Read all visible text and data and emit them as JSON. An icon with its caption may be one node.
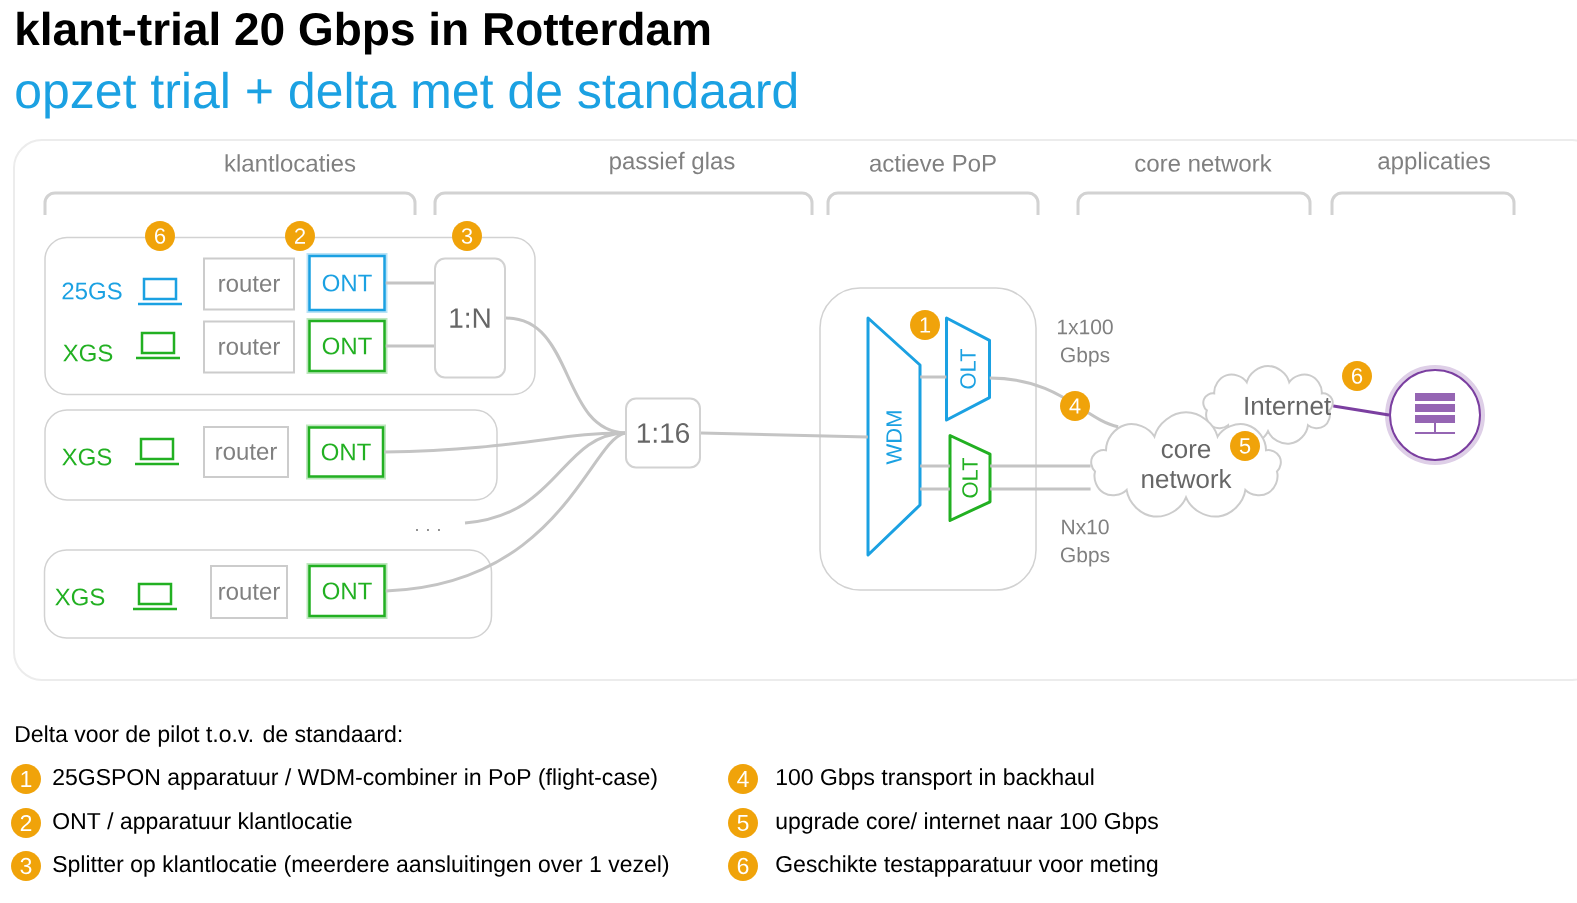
{
  "diagram": {
    "title": "klant-trial 20 Gbps in Rotterdam",
    "nodes": [
      {
        "text": [],
        "shape": "box"
      },
      {
        "text": [
          "router"
        ],
        "in": 0
      },
      {
        "text": [
          "ONT"
        ],
        "in": 0
      },
      {
        "text": [
          "router"
        ],
        "in": 0
      },
      {
        "text": [
          "ONT"
        ],
        "in": 0
      },
      {
        "text": [
          "1:N"
        ],
        "in": 0
      },
      {
        "text": [],
        "shape": "box"
      },
      {
        "text": [
          "router"
        ],
        "in": 6
      },
      {
        "text": [
          "ONT"
        ],
        "in": 6
      },
      {
        "text": [],
        "shape": "box"
      },
      {
        "text": [
          "router"
        ],
        "in": 9
      },
      {
        "text": [
          "ONT"
        ],
        "in": 9
      },
      {
        "text": [
          "1:16"
        ]
      },
      {
        "text": [],
        "shape": "box"
      },
      {
        "text": [
          "WDM"
        ],
        "in": 13
      },
      {
        "text": [
          "OLT"
        ],
        "in": 13
      },
      {
        "text": [
          "OLT"
        ],
        "in": 13
      },
      {
        "text": [
          "core network"
        ]
      },
      {
        "text": [
          "Internet"
        ]
      },
      {
        "text": [],
        "shape": "circle"
      }
    ],
    "edges": [
      {
        "from": 2,
        "to": 5,
        "arrow": "none"
      },
      {
        "from": 4,
        "to": 5,
        "arrow": "none"
      },
      {
        "from": 5,
        "to": 12,
        "arrow": "none"
      },
      {
        "from": 8,
        "to": 12,
        "arrow": "none"
      },
      {
        "from": null,
        "to": 12,
        "arrow": "none"
      },
      {
        "from": 11,
        "to": 12,
        "arrow": "none"
      },
      {
        "from": 12,
        "to": 14,
        "arrow": "none"
      },
      {
        "from": 14,
        "to": 15,
        "arrow": "none"
      },
      {
        "from": 14,
        "to": 16,
        "arrow": "none"
      },
      {
        "from": 14,
        "to": 16,
        "arrow": "none"
      },
      {
        "from": 15,
        "to": 17,
        "arrow": "none"
      },
      {
        "from": 16,
        "to": 17,
        "arrow": "none"
      },
      {
        "from": 16,
        "to": 17,
        "arrow": "none"
      },
      {
        "from": 18,
        "to": 19,
        "arrow": "none",
        "color": "#7b3fa0"
      }
    ],
    "labels": [
      "opzet trial + delta met de standaard",
      "klantlocaties",
      "passief glas",
      "actieve PoP",
      "core network",
      "applicaties",
      "6",
      "2",
      "3",
      "25GS",
      "XGS",
      "XGS",
      "· · ·",
      "XGS",
      "1",
      "1x100 Gbps",
      "4",
      "5",
      "6",
      "Nx10 Gbps",
      "Delta voor de pilot  t.o.v. de standaard:",
      "1",
      "25GSPON apparatuur  / WDM-combiner in PoP (flight-case)",
      "4",
      "100 Gbps transport in backhaul",
      "2",
      "ONT / apparatuur klantlocatie",
      "5",
      "upgrade core/ internet naar 100 Gbps",
      "3",
      "Splitter op klantlocatie (meerdere aansluitingen over 1 vezel)",
      "6",
      "Geschikte testapparatuur voor meting"
    ]
  }
}
